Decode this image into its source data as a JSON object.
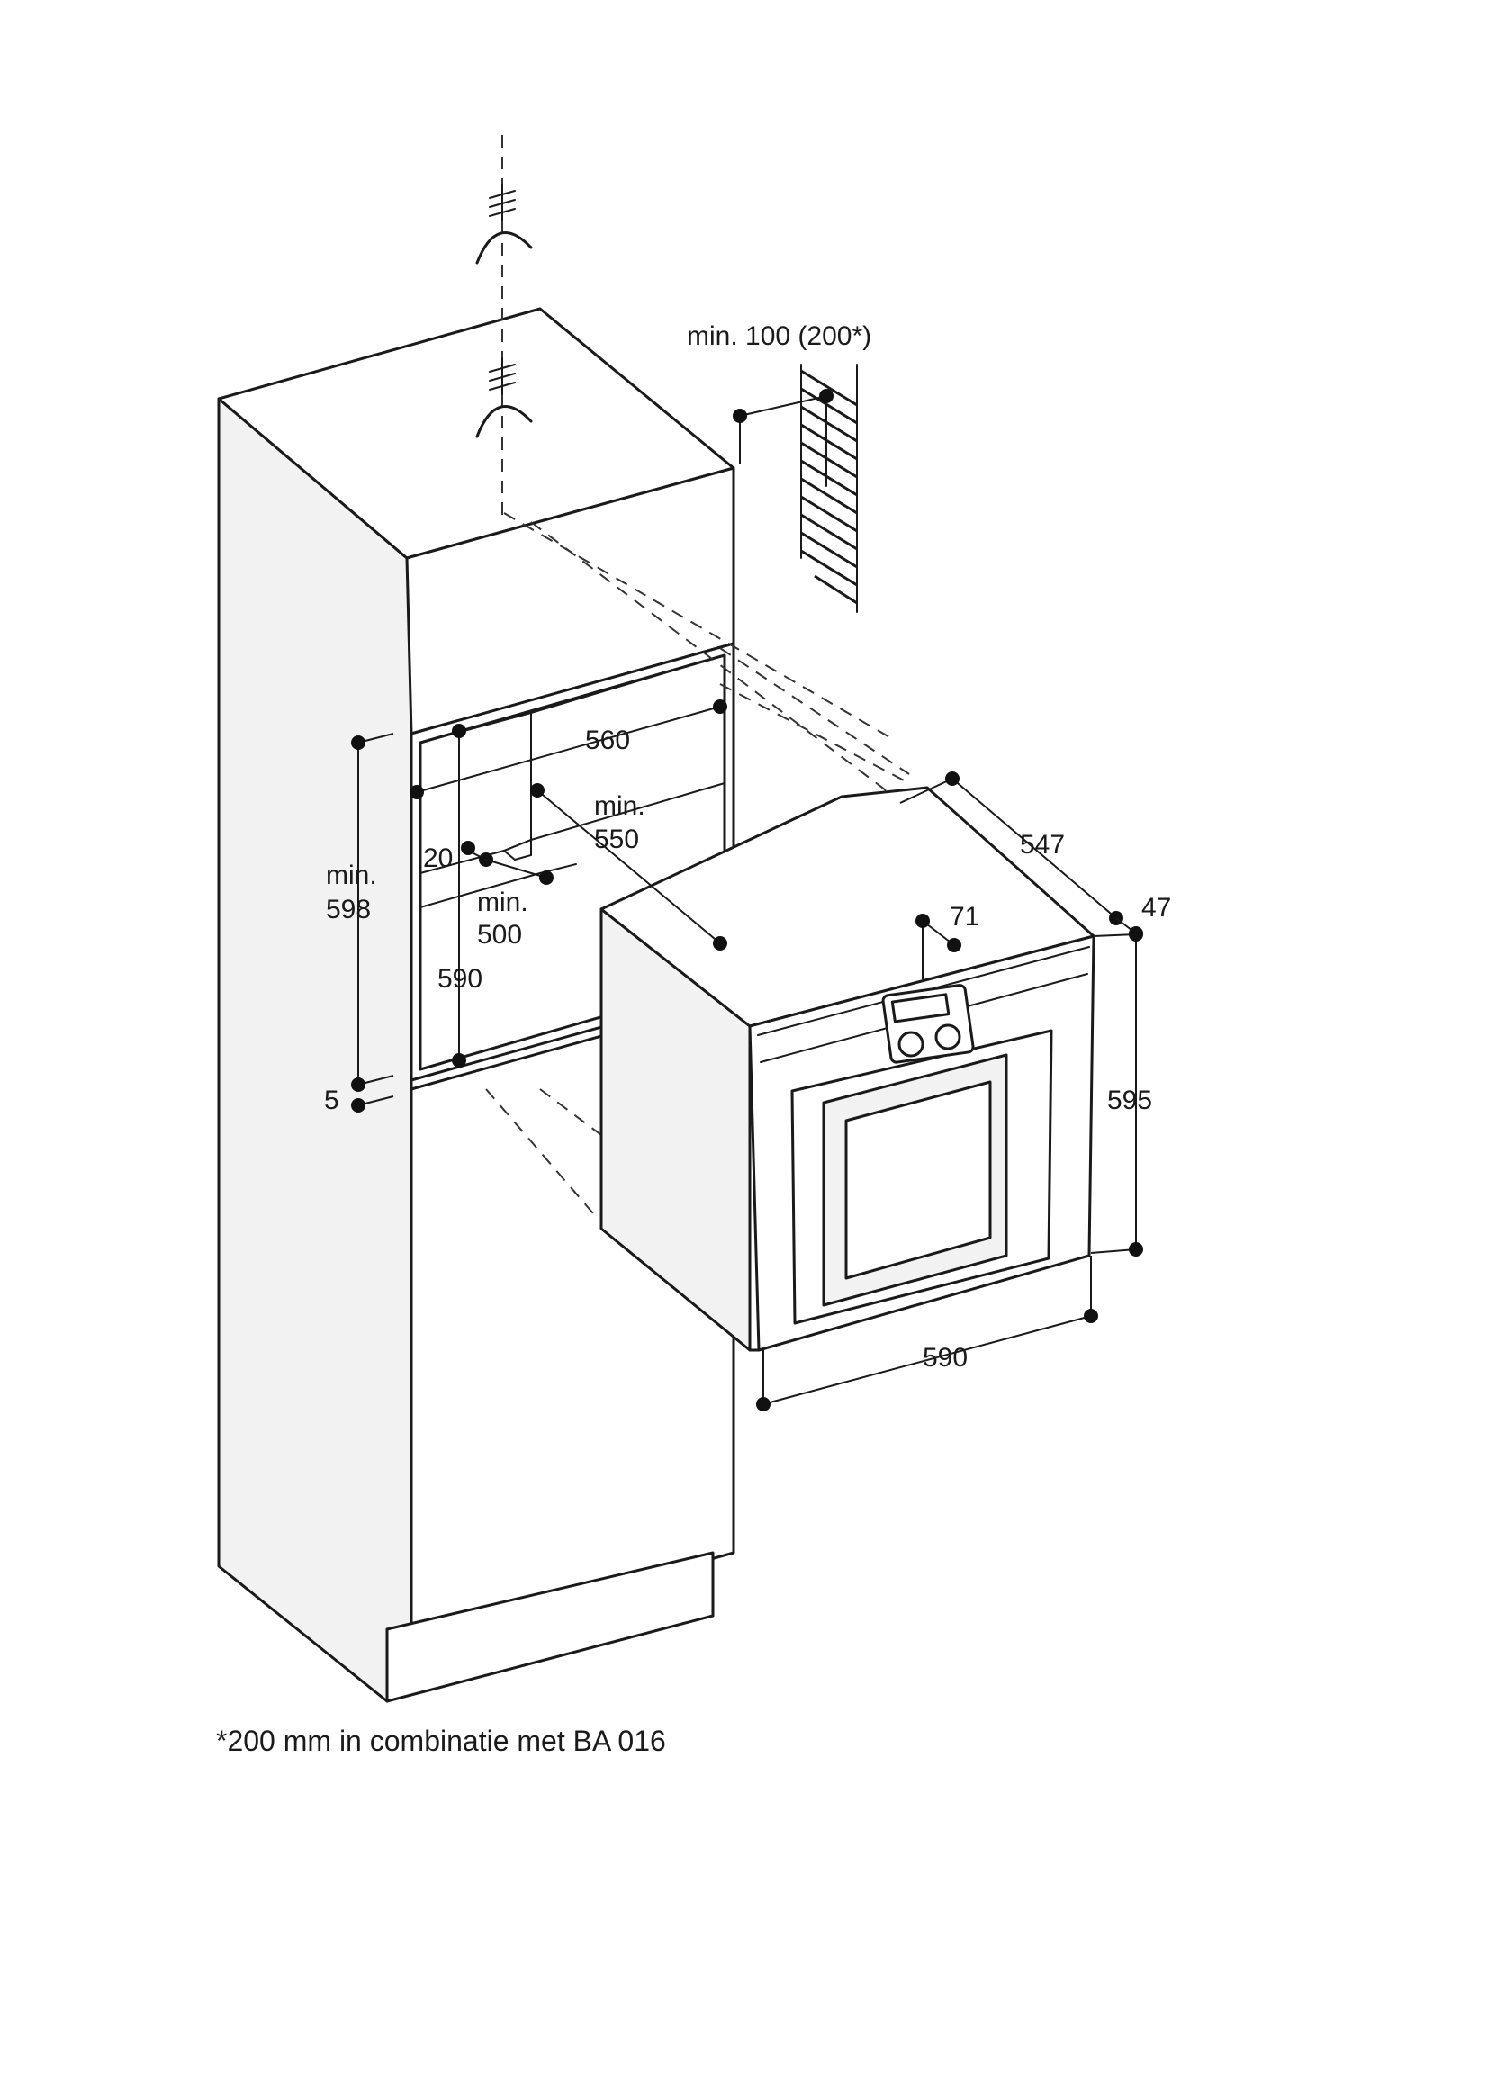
{
  "diagram": {
    "labels": {
      "top_clearance": "min. 100 (200*)",
      "niche_width": "560",
      "niche_depth_min": "min.",
      "niche_depth_value": "550",
      "front_gap": "20",
      "inner_depth_min": "min.",
      "inner_depth_value": "500",
      "niche_height_min": "min.",
      "niche_height_value": "598",
      "niche_height_590": "590",
      "bottom_gap": "5",
      "oven_depth": "547",
      "front_projection": "47",
      "panel_height": "71",
      "oven_height": "595",
      "oven_width": "590"
    },
    "footnote": "*200 mm in combinatie met BA 016"
  }
}
